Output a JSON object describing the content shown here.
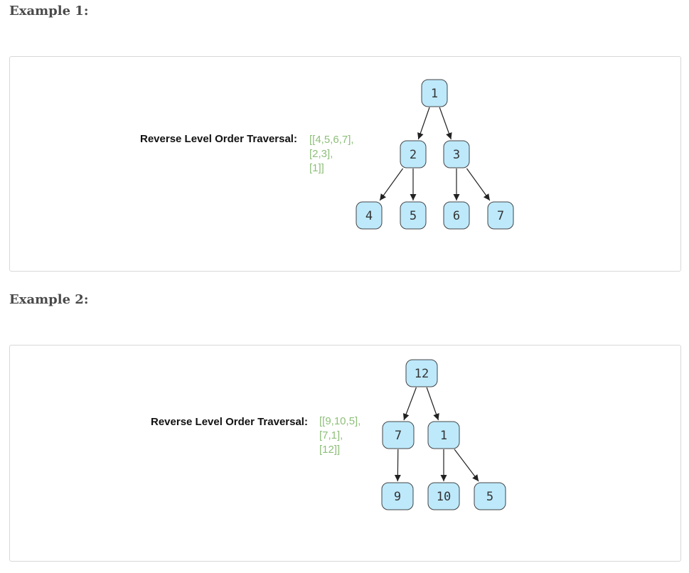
{
  "examples": [
    {
      "heading": "Example 1:",
      "traversal_label": "Reverse Level Order Traversal:",
      "traversal_lines": [
        "[[4,5,6,7],",
        "[2,3],",
        "[1]]"
      ],
      "tree": {
        "nodes": [
          {
            "id": "a",
            "label": "1"
          },
          {
            "id": "b",
            "label": "2"
          },
          {
            "id": "c",
            "label": "3"
          },
          {
            "id": "d",
            "label": "4"
          },
          {
            "id": "e",
            "label": "5"
          },
          {
            "id": "f",
            "label": "6"
          },
          {
            "id": "g",
            "label": "7"
          }
        ],
        "edges": [
          [
            "a",
            "b"
          ],
          [
            "a",
            "c"
          ],
          [
            "b",
            "d"
          ],
          [
            "b",
            "e"
          ],
          [
            "c",
            "f"
          ],
          [
            "c",
            "g"
          ]
        ]
      }
    },
    {
      "heading": "Example 2:",
      "traversal_label": "Reverse Level Order Traversal:",
      "traversal_lines": [
        "[[9,10,5],",
        "[7,1],",
        "[12]]"
      ],
      "tree": {
        "nodes": [
          {
            "id": "a",
            "label": "12"
          },
          {
            "id": "b",
            "label": "7"
          },
          {
            "id": "c",
            "label": "1"
          },
          {
            "id": "d",
            "label": "9"
          },
          {
            "id": "e",
            "label": "10"
          },
          {
            "id": "f",
            "label": "5"
          }
        ],
        "edges": [
          [
            "a",
            "b"
          ],
          [
            "a",
            "c"
          ],
          [
            "b",
            "d"
          ],
          [
            "c",
            "e"
          ],
          [
            "c",
            "f"
          ]
        ]
      }
    }
  ]
}
